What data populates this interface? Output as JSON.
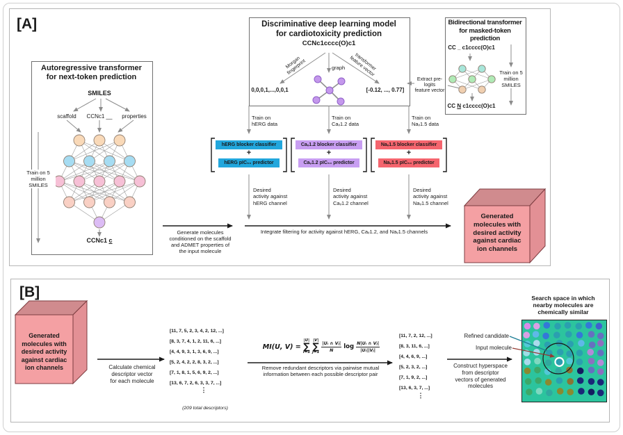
{
  "colors": {
    "herg_blue": "#22a7dd",
    "cav_purple": "#c89ef2",
    "nav_red": "#f5656e",
    "cube_front": "#f4a0a3",
    "cube_top": "#d08b8e",
    "cube_side": "#e39095",
    "search_bg": "#2cc49e"
  },
  "panel_a": {
    "label": "[A]",
    "autoregressive": {
      "title": [
        "Autoregressive transformer",
        "for next-token prediction"
      ],
      "input": "SMILES",
      "branch_scaffold": "scaffold",
      "branch_smiles": "CCNc1 __",
      "branch_properties": "properties",
      "train_note": [
        "Train on 5",
        "million",
        "SMILES"
      ],
      "output_prefix": "CCNc1 ",
      "output_token": "c",
      "network_layers": [
        {
          "count": 3,
          "color": "#f9d9b8"
        },
        {
          "count": 4,
          "color": "#a6dcf2"
        },
        {
          "count": 5,
          "color": "#f6c0d6"
        },
        {
          "count": 4,
          "color": "#f9d0c4"
        },
        {
          "count": 1,
          "color": "#dcbcf5"
        }
      ]
    },
    "discriminative": {
      "title": [
        "Discriminative deep learning model",
        "for cardiotoxicity prediction"
      ],
      "input": "CCNc1cccc(O)c1",
      "branch_morgan": [
        "Morgan",
        "fingerprint"
      ],
      "branch_graph": "graph",
      "branch_transformer": [
        "transformer",
        "feature vector"
      ],
      "fingerprint_vector": "0,0,0,1,...,0,0,1",
      "feature_vector": "[-0.12, ..., 0.77]"
    },
    "bidirectional": {
      "title": [
        "Bidirectional transformer",
        "for masked-token",
        "prediction"
      ],
      "input": "CC _ c1cccc(O)c1",
      "output_prefix": "CC ",
      "output_token": "N",
      "output_suffix": " c1cccc(O)c1",
      "train_note": [
        "Train on 5",
        "million",
        "SMILES"
      ],
      "extract_note": [
        "Extract pre-logits",
        "feature vector"
      ],
      "network_layers": [
        {
          "count": 2,
          "color": "#a8e6da"
        },
        {
          "count": 3,
          "color": "#b0eab6"
        },
        {
          "count": 2,
          "color": "#f0cfb0"
        }
      ]
    },
    "pipelines": [
      {
        "train": [
          "Train on",
          "hERG data"
        ],
        "classifier": "hERG blocker classifier",
        "plus": "+",
        "predictor": "hERG pIC₅₀ predictor",
        "desired": [
          "Desired",
          "activity against",
          "hERG channel"
        ]
      },
      {
        "train": [
          "Train on",
          "Caᵥ1.2 data"
        ],
        "classifier": "Caᵥ1.2 blocker classifier",
        "plus": "+",
        "predictor": "Caᵥ1.2 pIC₅₀ predictor",
        "desired": [
          "Desired",
          "activity against",
          "Caᵥ1.2 channel"
        ]
      },
      {
        "train": [
          "Train on",
          "Naᵥ1.5 data"
        ],
        "classifier": "Naᵥ1.5 blocker classifier",
        "plus": "+",
        "predictor": "Naᵥ1.5 pIC₅₀ predictor",
        "desired": [
          "Desired",
          "activity against",
          "Naᵥ1.5 channel"
        ]
      }
    ],
    "generate_note": [
      "Generate molecules",
      "conditioned on the scaffold",
      "and ADMET properties of",
      "the input molecule"
    ],
    "integrate_note": "Integrate filtering for activity against hERG, Caᵥ1.2, and Naᵥ1.5 channels",
    "cube": [
      "Generated",
      "molecules with",
      "desired activity",
      "against cardiac",
      "ion channels"
    ]
  },
  "panel_b": {
    "label": "[B]",
    "cube": [
      "Generated",
      "molecules with",
      "desired activity",
      "against cardiac",
      "ion channels"
    ],
    "calc_note": [
      "Calculate chemical",
      "descriptor vector",
      "for each molecule"
    ],
    "vectors_full": [
      "[11, 7, 5, 2, 3, 4, 2, 12, ...]",
      "[8, 3, 7, 4, 1, 2, 11, 6, ...]",
      "[4, 4, 9, 3, 1, 3, 6, 9, ...]",
      "[5, 2, 4, 2, 2, 8, 3, 2, ...]",
      "[7, 1, 8, 1, 5, 6, 9, 2, ...]",
      "[13, 6, 7, 2, 6, 3, 3, 7, ...]"
    ],
    "vdots": "⋮",
    "total_note": "(209 total descriptors)",
    "formula": {
      "lhs": "MI(U, V) =",
      "sum1_sup": "|U|",
      "sum1_sym": "∑",
      "sum1_sub": "i=1",
      "sum2_sup": "|V|",
      "sum2_sym": "∑",
      "sum2_sub": "j=1",
      "frac1_num": "|Uᵢ ∩ Vⱼ|",
      "frac1_den": "N",
      "log": "log",
      "frac2_num": "N|Uᵢ ∩ Vⱼ|",
      "frac2_den": "|Uᵢ||Vⱼ|"
    },
    "remove_note": [
      "Remove redundant descriptors via pairwise mutual",
      "information between each possible descriptor pair"
    ],
    "vectors_reduced": [
      "[11, 7, 2, 12, ...]",
      "[8, 3, 11, 6, ...]",
      "[4, 4, 6, 9, ...]",
      "[5, 2, 3, 2, ...]",
      "[7, 1, 9, 2, ...]",
      "[13, 6, 3, 7, ...]"
    ],
    "construct_note": [
      "Construct hyperspace",
      "from descriptor",
      "vectors of generated",
      "molecules"
    ],
    "search_space": {
      "title": [
        "Search space in which",
        "nearby molecules are",
        "chemically similar"
      ],
      "refined_label": "Refined candidate",
      "input_label": "Input molecule",
      "bg": "#2cc49e",
      "palette": {
        "violet": "#d98ce8",
        "orchid": "#d9a0e4",
        "paleblue": "#aadaec",
        "ltcyan": "#9cdee6",
        "sky": "#5fb8e8",
        "blue": "#3478d8",
        "royal": "#4060d0",
        "slate": "#6670c0",
        "purple": "#8d6fc0",
        "vio2": "#b48ad8",
        "teal": "#2b9fb0",
        "teal2": "#31a89e",
        "cyan": "#52c8d8",
        "palegreen": "#7fd8c0",
        "green": "#3da868",
        "olive": "#8a8a30",
        "brown": "#8a7434",
        "navy": "#1a2878",
        "dknavy": "#141c60"
      },
      "dots": [
        [
          7,
          8,
          "violet"
        ],
        [
          18,
          8,
          "orchid"
        ],
        [
          30,
          7,
          "blue"
        ],
        [
          43,
          8,
          "teal"
        ],
        [
          55,
          7,
          "teal"
        ],
        [
          68,
          8,
          "teal"
        ],
        [
          80,
          7,
          "blue"
        ],
        [
          92,
          8,
          "royal"
        ],
        [
          6,
          19,
          "orchid"
        ],
        [
          17,
          18,
          "sky"
        ],
        [
          29,
          20,
          "blue"
        ],
        [
          42,
          19,
          "teal"
        ],
        [
          56,
          18,
          "teal"
        ],
        [
          69,
          19,
          "blue"
        ],
        [
          83,
          18,
          "slate"
        ],
        [
          94,
          20,
          "slate"
        ],
        [
          7,
          30,
          "cyan"
        ],
        [
          18,
          29,
          "paleblue"
        ],
        [
          31,
          31,
          "teal"
        ],
        [
          45,
          29,
          "teal"
        ],
        [
          58,
          30,
          "teal"
        ],
        [
          71,
          29,
          "sky"
        ],
        [
          84,
          31,
          "slate"
        ],
        [
          94,
          29,
          "purple"
        ],
        [
          6,
          41,
          "ltcyan"
        ],
        [
          18,
          40,
          "paleblue"
        ],
        [
          33,
          41,
          "teal"
        ],
        [
          46,
          40,
          "teal"
        ],
        [
          57,
          42,
          "teal"
        ],
        [
          69,
          41,
          "teal"
        ],
        [
          82,
          40,
          "vio2"
        ],
        [
          94,
          41,
          "slate"
        ],
        [
          7,
          52,
          "paleblue"
        ],
        [
          19,
          51,
          "palegreen"
        ],
        [
          32,
          53,
          "teal2"
        ],
        [
          57,
          51,
          "cyan"
        ],
        [
          69,
          52,
          "teal"
        ],
        [
          83,
          51,
          "purple"
        ],
        [
          94,
          53,
          "vio2"
        ],
        [
          7,
          63,
          "olive"
        ],
        [
          19,
          62,
          "green"
        ],
        [
          31,
          64,
          "cyan"
        ],
        [
          44,
          63,
          "teal2"
        ],
        [
          57,
          62,
          "brown"
        ],
        [
          70,
          63,
          "dknavy"
        ],
        [
          83,
          62,
          "slate"
        ],
        [
          94,
          64,
          "purple"
        ],
        [
          8,
          76,
          "green"
        ],
        [
          20,
          75,
          "green"
        ],
        [
          32,
          77,
          "olive"
        ],
        [
          45,
          75,
          "teal"
        ],
        [
          58,
          76,
          "brown"
        ],
        [
          70,
          75,
          "navy"
        ],
        [
          83,
          76,
          "navy"
        ],
        [
          94,
          77,
          "navy"
        ],
        [
          9,
          89,
          "green"
        ],
        [
          21,
          88,
          "palegreen"
        ],
        [
          33,
          90,
          "teal2"
        ],
        [
          46,
          88,
          "olive"
        ],
        [
          58,
          89,
          "olive"
        ],
        [
          71,
          88,
          "navy"
        ],
        [
          83,
          89,
          "dknavy"
        ],
        [
          94,
          90,
          "navy"
        ]
      ],
      "input_dot": [
        45,
        52
      ],
      "refined_dot": [
        33,
        41
      ]
    }
  }
}
